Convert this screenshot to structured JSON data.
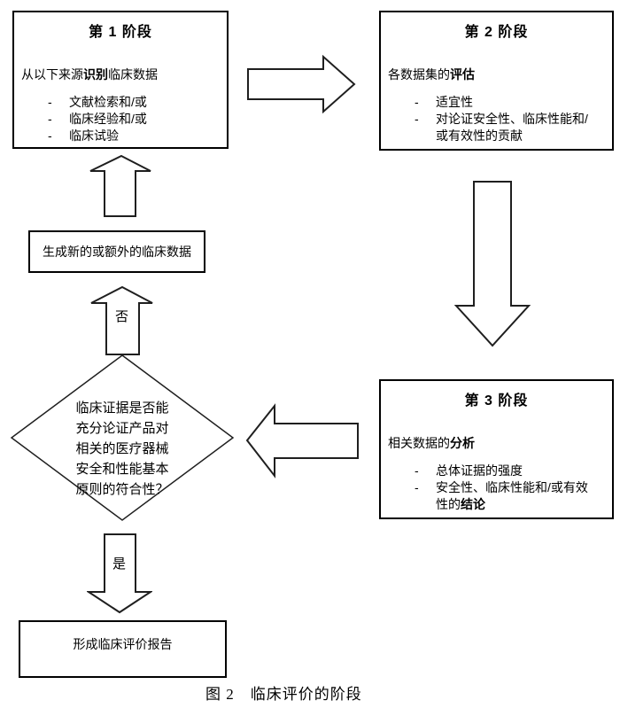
{
  "marker": "-",
  "colors": {
    "ink": "#000000",
    "background": "#ffffff"
  },
  "stage1": {
    "title": "第 1 阶段",
    "body_pre": "从以下来源",
    "body_bold": "识别",
    "body_post": "临床数据",
    "bullets": [
      {
        "text": "文献检索和/或",
        "bold": ""
      },
      {
        "text": "临床经验和/或",
        "bold": ""
      },
      {
        "text": "临床试验",
        "bold": ""
      }
    ]
  },
  "stage2": {
    "title": "第 2 阶段",
    "body_pre": "各数据集的",
    "body_bold": "评估",
    "body_post": "",
    "bullets": [
      {
        "text": "适宜性",
        "bold": ""
      },
      {
        "text": "对论证安全性、临床性能和/或有效性的贡献",
        "bold": ""
      }
    ]
  },
  "stage3": {
    "title": "第 3 阶段",
    "body_pre": "相关数据的",
    "body_bold": "分析",
    "body_post": "",
    "bullets": [
      {
        "text": "总体证据的强度",
        "bold": ""
      },
      {
        "text": "安全性、临床性能和/或有效性的",
        "bold": "结论"
      }
    ]
  },
  "generate_box": {
    "label": "生成新的或额外的临床数据"
  },
  "decision": {
    "lines": [
      "临床证据是否能",
      "充分论证产品对",
      "相关的医疗器械",
      "安全和性能基本",
      "原则的符合性？"
    ],
    "no_label": "否",
    "yes_label": "是"
  },
  "report_box": {
    "label": "形成临床评价报告"
  },
  "caption": {
    "label": "图 2",
    "title": "临床评价的阶段"
  }
}
